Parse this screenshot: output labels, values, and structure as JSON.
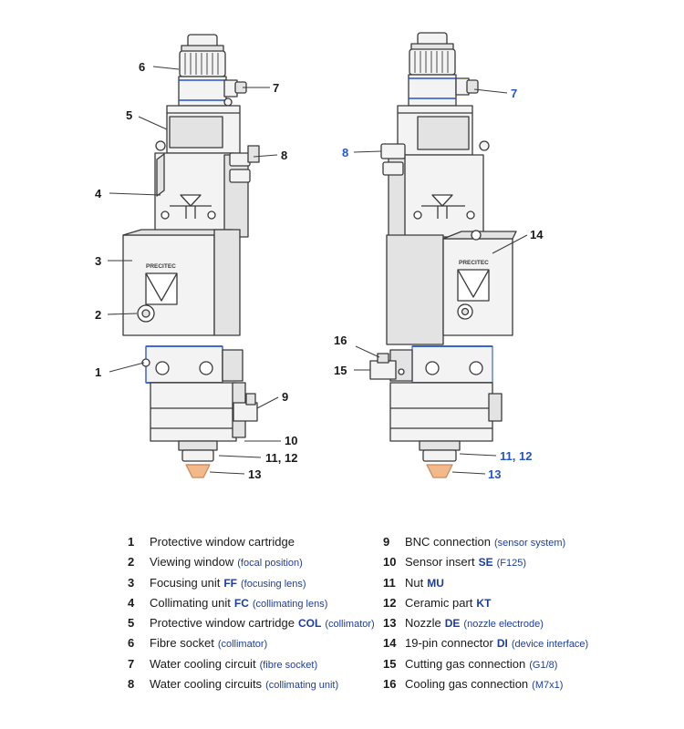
{
  "colors": {
    "line": "#3a3a3a",
    "body_fill": "#f3f3f3",
    "shade_fill": "#e3e3e3",
    "accent_blue": "#2455c9",
    "highlight_blue": "#3a66e0",
    "nozzle": "#f3b98a",
    "code_blue": "#1d3d9c"
  },
  "logo_text": "PRECITEC",
  "callouts_left": [
    {
      "id": "6",
      "text": "6",
      "blue": false
    },
    {
      "id": "7",
      "text": "7",
      "blue": false
    },
    {
      "id": "5",
      "text": "5",
      "blue": false
    },
    {
      "id": "8",
      "text": "8",
      "blue": false
    },
    {
      "id": "4",
      "text": "4",
      "blue": false
    },
    {
      "id": "3",
      "text": "3",
      "blue": false
    },
    {
      "id": "2",
      "text": "2",
      "blue": false
    },
    {
      "id": "1",
      "text": "1",
      "blue": false
    },
    {
      "id": "9",
      "text": "9",
      "blue": false
    },
    {
      "id": "10",
      "text": "10",
      "blue": false
    },
    {
      "id": "11-12",
      "text": "11, 12",
      "blue": false
    },
    {
      "id": "13",
      "text": "13",
      "blue": false
    }
  ],
  "callouts_right": [
    {
      "id": "7",
      "text": "7",
      "blue": true
    },
    {
      "id": "8",
      "text": "8",
      "blue": true
    },
    {
      "id": "14",
      "text": "14",
      "blue": false
    },
    {
      "id": "16",
      "text": "16",
      "blue": false
    },
    {
      "id": "15",
      "text": "15",
      "blue": false
    },
    {
      "id": "11-12",
      "text": "11, 12",
      "blue": true
    },
    {
      "id": "13",
      "text": "13",
      "blue": true
    }
  ],
  "legend_left": [
    {
      "num": "1",
      "label": "Protective window cartridge",
      "code": "",
      "note": ""
    },
    {
      "num": "2",
      "label": "Viewing window",
      "code": "",
      "note": "(focal position)"
    },
    {
      "num": "3",
      "label": "Focusing unit",
      "code": "FF",
      "note": "(focusing lens)"
    },
    {
      "num": "4",
      "label": "Collimating unit",
      "code": "FC",
      "note": "(collimating lens)"
    },
    {
      "num": "5",
      "label": "Protective window cartridge",
      "code": "COL",
      "note": "(collimator)"
    },
    {
      "num": "6",
      "label": "Fibre socket",
      "code": "",
      "note": "(collimator)"
    },
    {
      "num": "7",
      "label": "Water cooling circuit",
      "code": "",
      "note": "(fibre socket)"
    },
    {
      "num": "8",
      "label": "Water cooling circuits",
      "code": "",
      "note": "(collimating unit)"
    }
  ],
  "legend_right": [
    {
      "num": "9",
      "label": "BNC connection",
      "code": "",
      "note": "(sensor system)"
    },
    {
      "num": "10",
      "label": "Sensor insert",
      "code": "SE",
      "note": "(F125)"
    },
    {
      "num": "11",
      "label": "Nut",
      "code": "MU",
      "note": ""
    },
    {
      "num": "12",
      "label": "Ceramic part",
      "code": "KT",
      "note": ""
    },
    {
      "num": "13",
      "label": "Nozzle",
      "code": "DE",
      "note": "(nozzle electrode)"
    },
    {
      "num": "14",
      "label": "19-pin connector",
      "code": "DI",
      "note": "(device interface)"
    },
    {
      "num": "15",
      "label": "Cutting gas connection",
      "code": "",
      "note": "(G1/8)"
    },
    {
      "num": "16",
      "label": "Cooling gas connection",
      "code": "",
      "note": "(M7x1)"
    }
  ]
}
